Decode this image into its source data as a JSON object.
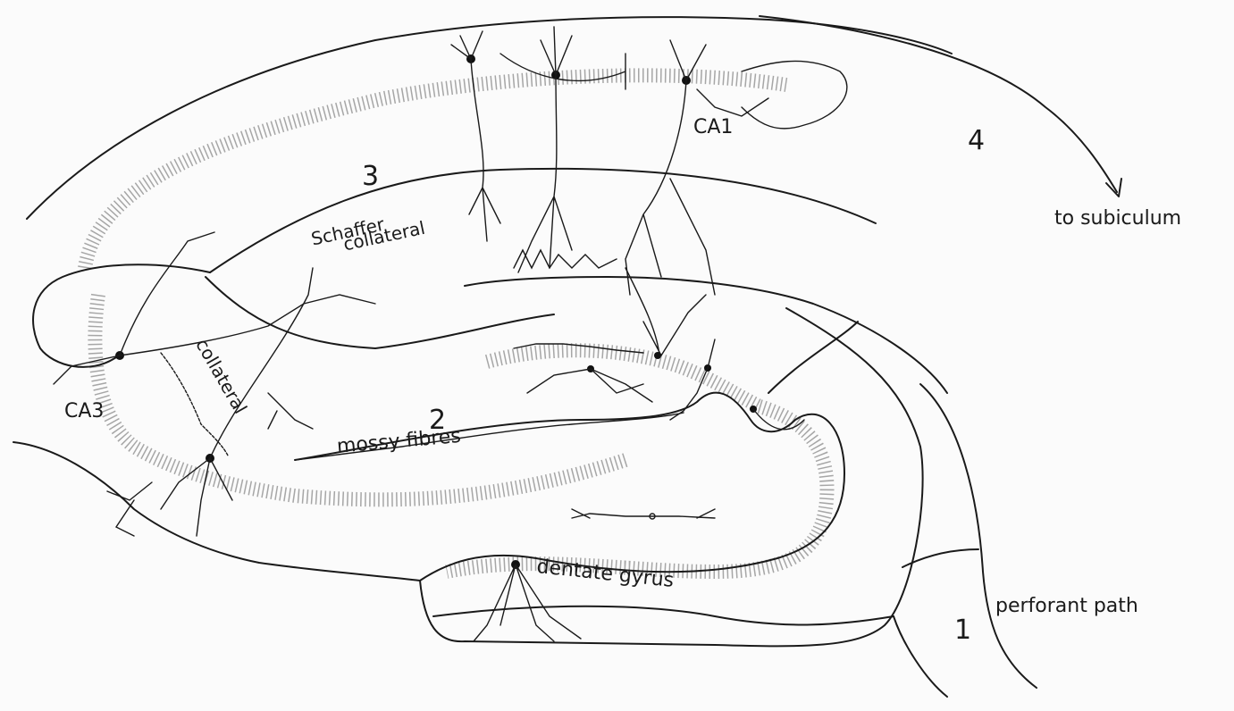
{
  "figure": {
    "labels": {
      "ca1": "CA1",
      "ca3": "CA3",
      "region_1": "1",
      "region_2": "2",
      "region_3": "3",
      "region_4": "4",
      "schaffer_line1": "Schaffer",
      "schaffer_line2": "collateral",
      "collateral": "collateral",
      "mossy_fibres": "mossy fibres",
      "dentate_gyrus": "dentate gyrus",
      "perforant_path": "perforant path",
      "to_subiculum": "to subiculum"
    },
    "colors": {
      "ink": "#1a1a1a",
      "stipple": "#8a8a8a",
      "background": "#fbfbfb"
    }
  }
}
